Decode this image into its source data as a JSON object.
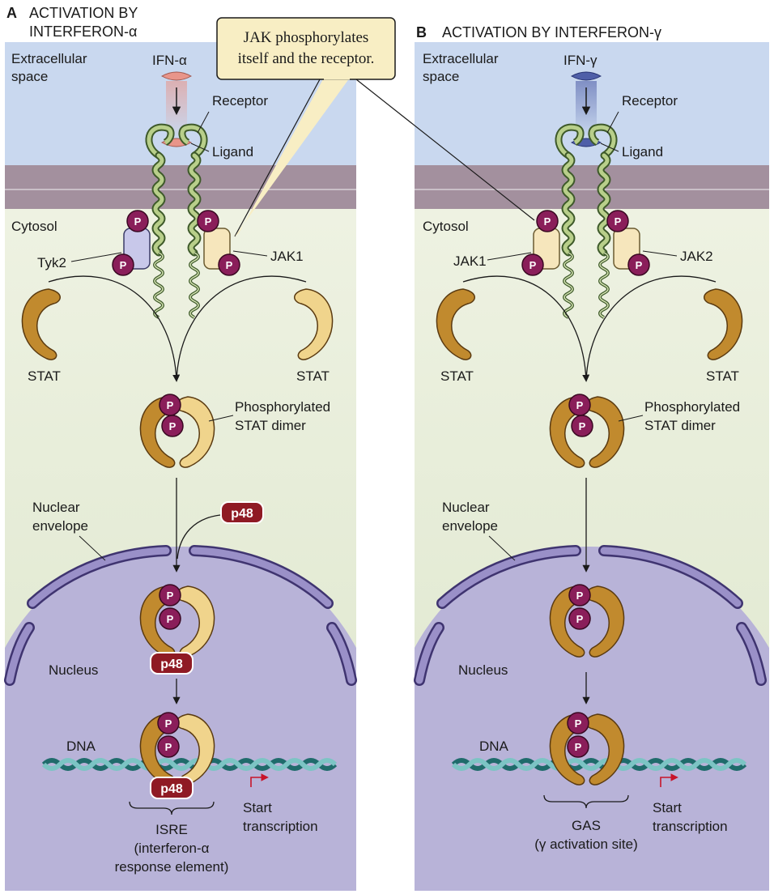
{
  "panels": [
    {
      "letter": "A",
      "title_line1": "ACTIVATION BY",
      "title_line2": "INTERFERON-α",
      "extracellular": [
        "Extracellular",
        "space"
      ],
      "ligand_name": "IFN-α",
      "receptor": "Receptor",
      "ligand": "Ligand",
      "cytosol": "Cytosol",
      "jak_left": "Tyk2",
      "jak_right": "JAK1",
      "stat_left": "STAT",
      "stat_right": "STAT",
      "dimer": [
        "Phosphorylated",
        "STAT dimer"
      ],
      "envelope": [
        "Nuclear",
        "envelope"
      ],
      "nucleus": "Nucleus",
      "dna": "DNA",
      "start": [
        "Start",
        "transcription"
      ],
      "element": [
        "ISRE",
        "(interferon-α",
        "response element)"
      ],
      "p48_label": "p48",
      "ligand_color": "#e8958a",
      "jak_left_color": "#c8c8ea",
      "jak_right_color": "#f6e6bc"
    },
    {
      "letter": "B",
      "title": "ACTIVATION BY INTERFERON-γ",
      "extracellular": [
        "Extracellular",
        "space"
      ],
      "ligand_name": "IFN-γ",
      "receptor": "Receptor",
      "ligand": "Ligand",
      "cytosol": "Cytosol",
      "jak_left": "JAK1",
      "jak_right": "JAK2",
      "stat_left": "STAT",
      "stat_right": "STAT",
      "dimer": [
        "Phosphorylated",
        "STAT dimer"
      ],
      "envelope": [
        "Nuclear",
        "envelope"
      ],
      "nucleus": "Nucleus",
      "dna": "DNA",
      "start": [
        "Start",
        "transcription"
      ],
      "element": [
        "GAS",
        "(γ activation site)"
      ],
      "ligand_color": "#4f5fa8",
      "jak_left_color": "#f6e6bc",
      "jak_right_color": "#f6e6bc"
    }
  ],
  "callout": [
    "JAK phosphorylates",
    "itself and the receptor."
  ],
  "phospho_label": "P",
  "colors": {
    "extracellular": "#c9d8ef",
    "membrane": "#a3909e",
    "cytosol": "#e4ead6",
    "nucleus": "#b8b3d8",
    "stat_dark": "#c18a2e",
    "stat_light": "#f0d48c",
    "phospho": "#8a1e5a",
    "p48": "#8f1a24",
    "callout_bg": "#f8eec4"
  }
}
